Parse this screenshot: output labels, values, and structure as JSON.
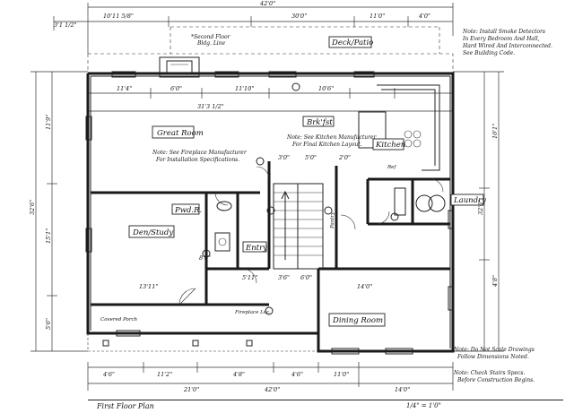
{
  "rooms": {
    "great_room": "Great Room",
    "brkfst": "Brk'fst",
    "kitchen": "Kitchen",
    "laundry": "Laundry",
    "pwd_r": "Pwd.R.",
    "den_study": "Den/Study",
    "entry": "Entry",
    "dining_room": "Dining Room",
    "deck_patio": "Deck/Patio",
    "covered_porch": "Covered Porch"
  },
  "notes": {
    "smoke_detector": [
      "Note: Install Smoke Detectors",
      "In Every Bedroom And Hall,",
      "Hard Wired And Interconnected.",
      "See Building Code."
    ],
    "second_floor": [
      "*Second Floor",
      "Bldg. Line"
    ],
    "kitchen_manufacturer": [
      "Note: See Kitchen Manufacturer",
      "For Final Kitchen Layout."
    ],
    "fireplace": [
      "Note: See Fireplace Manufacturer",
      "For Installation Specifications."
    ],
    "no_scale": [
      "Note: Do Not Scale Drawings",
      "Follow Dimensions Noted."
    ],
    "stairs": [
      "Note: Check Stairs Specs.",
      "Before Construction Begins."
    ]
  },
  "dimensions": {
    "top_overall": "42'0\"",
    "bottom_overall": "42'0\"",
    "left_overall": "32'6\"",
    "right_overall": "32'6\"",
    "top_1": "10'11 5/8\"",
    "top_2": "30'0\"",
    "top_3": "11'0\"",
    "top_4": "4'0\"",
    "mid_1": "11'4\"",
    "mid_2": "6'0\"",
    "mid_3": "11'10\"",
    "mid_4": "10'6\"",
    "mid_overall": "31'3 1/2\"",
    "bottom_1": "4'6\"",
    "bottom_2": "11'2\"",
    "bottom_3": "4'8\"",
    "bottom_4": "4'6\"",
    "bottom_5": "11'0\"",
    "bottom_6": "21'0\"",
    "bottom_7": "14'0\"",
    "left_1": "11'9\"",
    "left_2": "15'1\"",
    "left_3": "5'6\"",
    "den_w": "13'11\"",
    "dining_w": "14'0\"",
    "misc_1": "3'1 1/2\"",
    "misc_2": "3'0\"",
    "misc_3": "5'0\"",
    "misc_4": "2'0\"",
    "misc_5": "3'6\"",
    "misc_6": "6'0\"",
    "misc_7": "5'11\"",
    "misc_8": "8'6\"",
    "misc_9": "10'1\"",
    "misc_10": "4'8\""
  },
  "tags": {
    "fireplace": "Fireplace Loc.",
    "pantry": "Pantry",
    "ref": "Ref"
  },
  "footer": {
    "title": "First Floor Plan",
    "scale": "1/4\" = 1'0\""
  }
}
